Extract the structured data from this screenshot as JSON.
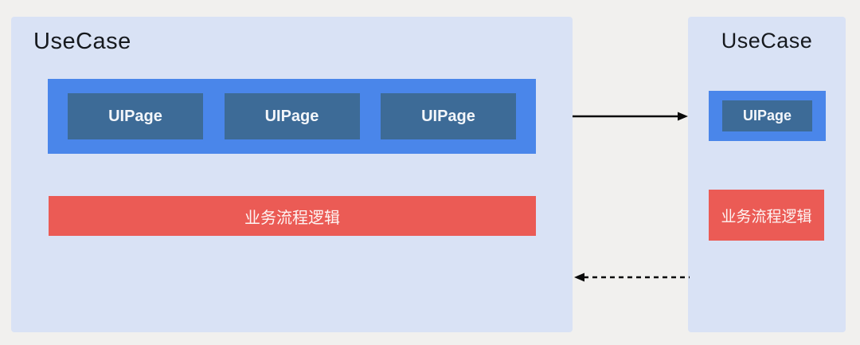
{
  "colors": {
    "page_background": "#f1f0ee",
    "panel_background": "#d9e2f5",
    "container_blue": "#4a86ea",
    "page_box_blue": "#3d6b97",
    "logic_red": "#eb5b55",
    "title_text": "#16191e",
    "box_text": "#f3f6fa",
    "arrow_black": "#0a0a0a"
  },
  "left_panel": {
    "title": "UseCase",
    "pages": [
      "UIPage",
      "UIPage",
      "UIPage"
    ],
    "logic_label": "业务流程逻辑"
  },
  "right_panel": {
    "title": "UseCase",
    "pages": [
      "UIPage"
    ],
    "logic_label": "业务流程逻辑"
  },
  "arrows": {
    "solid": {
      "direction": "left-to-right",
      "style": "solid"
    },
    "dashed": {
      "direction": "right-to-left",
      "style": "dashed"
    }
  }
}
